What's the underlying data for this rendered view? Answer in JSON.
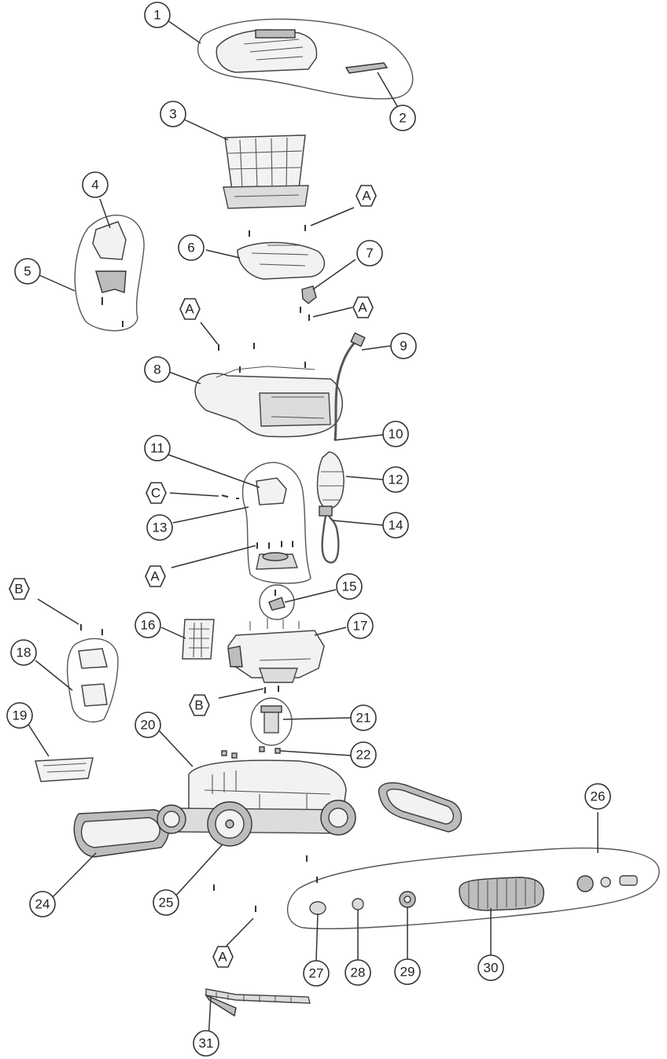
{
  "diagram": {
    "callouts": [
      {
        "id": "c1",
        "label": "1"
      },
      {
        "id": "c2",
        "label": "2"
      },
      {
        "id": "c3",
        "label": "3"
      },
      {
        "id": "c4",
        "label": "4"
      },
      {
        "id": "c5",
        "label": "5"
      },
      {
        "id": "c6",
        "label": "6"
      },
      {
        "id": "c7",
        "label": "7"
      },
      {
        "id": "c8",
        "label": "8"
      },
      {
        "id": "c9",
        "label": "9"
      },
      {
        "id": "c10",
        "label": "10"
      },
      {
        "id": "c11",
        "label": "11"
      },
      {
        "id": "c12",
        "label": "12"
      },
      {
        "id": "c13",
        "label": "13"
      },
      {
        "id": "c14",
        "label": "14"
      },
      {
        "id": "c15",
        "label": "15"
      },
      {
        "id": "c16",
        "label": "16"
      },
      {
        "id": "c17",
        "label": "17"
      },
      {
        "id": "c18",
        "label": "18"
      },
      {
        "id": "c19",
        "label": "19"
      },
      {
        "id": "c20",
        "label": "20"
      },
      {
        "id": "c21",
        "label": "21"
      },
      {
        "id": "c22",
        "label": "22"
      },
      {
        "id": "c24",
        "label": "24"
      },
      {
        "id": "c25",
        "label": "25"
      },
      {
        "id": "c26",
        "label": "26"
      },
      {
        "id": "c27",
        "label": "27"
      },
      {
        "id": "c28",
        "label": "28"
      },
      {
        "id": "c29",
        "label": "29"
      },
      {
        "id": "c30",
        "label": "30"
      },
      {
        "id": "c31",
        "label": "31"
      }
    ],
    "fastener_tags": [
      {
        "id": "hA1",
        "label": "A"
      },
      {
        "id": "hA2",
        "label": "A"
      },
      {
        "id": "hA3",
        "label": "A"
      },
      {
        "id": "hA4",
        "label": "A"
      },
      {
        "id": "hA5",
        "label": "A"
      },
      {
        "id": "hB1",
        "label": "B"
      },
      {
        "id": "hB2",
        "label": "B"
      },
      {
        "id": "hC1",
        "label": "C"
      }
    ]
  }
}
